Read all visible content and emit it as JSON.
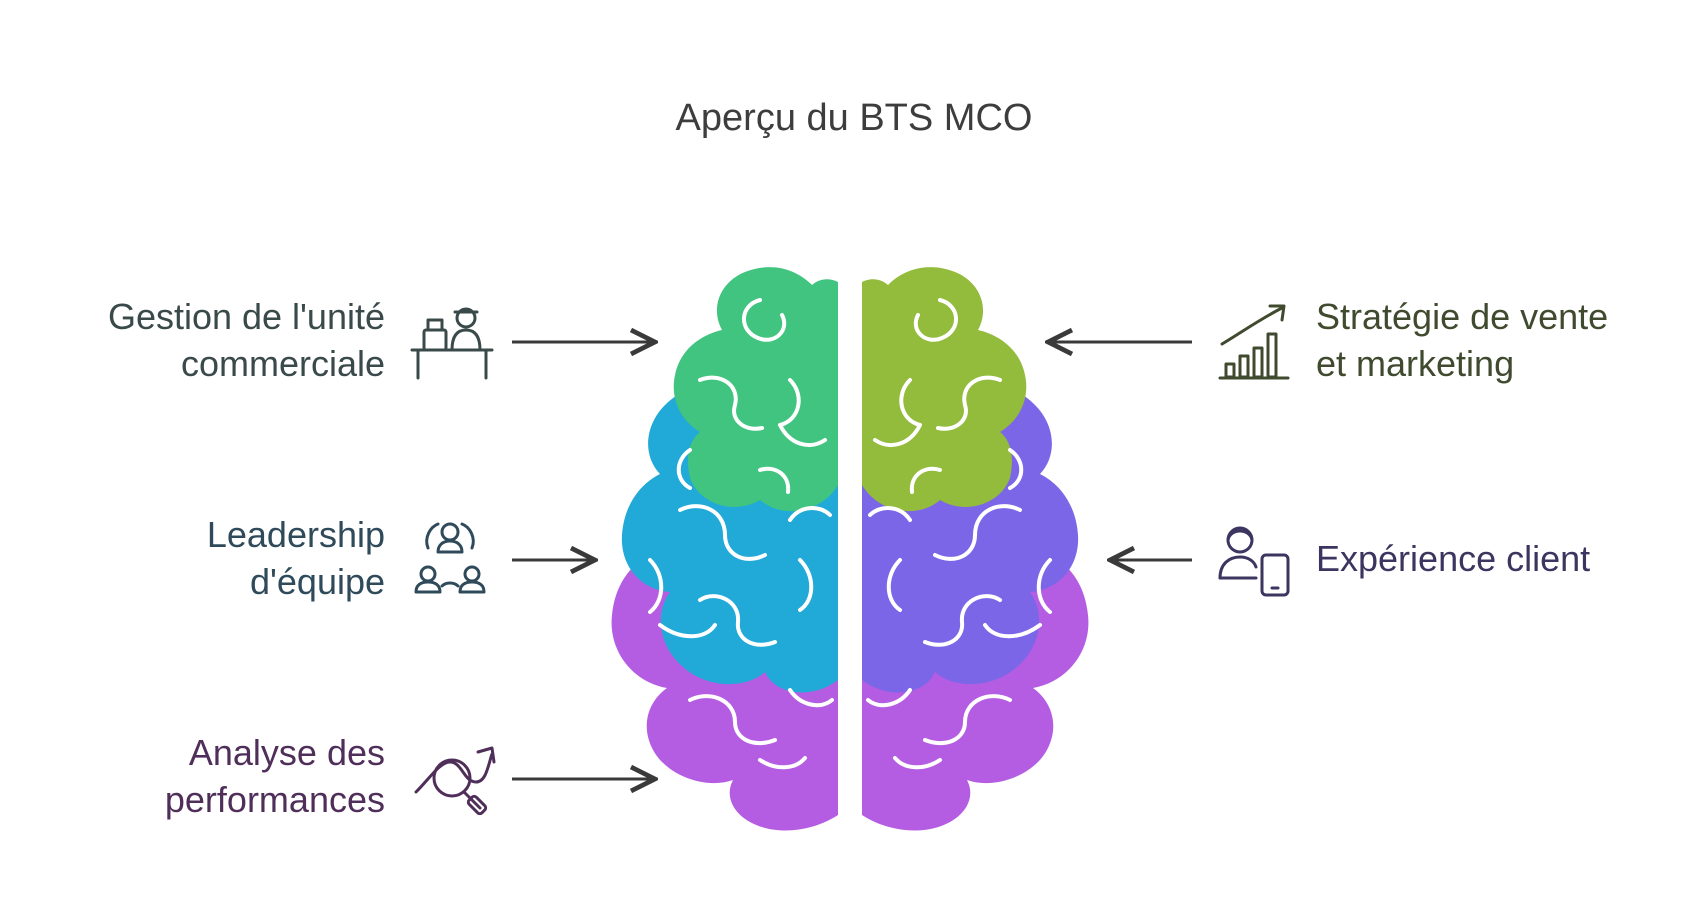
{
  "title": "Aperçu du BTS MCO",
  "items": [
    {
      "id": "gestion",
      "side": "left",
      "lines": [
        "Gestion de l'unité",
        "commerciale"
      ],
      "icon": "cashier-desk-icon",
      "color": "#3a4a4a",
      "region_color": "#41c47f"
    },
    {
      "id": "leadership",
      "side": "left",
      "lines": [
        "Leadership",
        "d'équipe"
      ],
      "icon": "team-leader-icon",
      "color": "#2f4a5a",
      "region_color": "#21a9d8"
    },
    {
      "id": "analyse",
      "side": "left",
      "lines": [
        "Analyse des",
        "performances"
      ],
      "icon": "analytics-magnifier-icon",
      "color": "#4f2f5a",
      "region_color": "#b45de3"
    },
    {
      "id": "strategie",
      "side": "right",
      "lines": [
        "Stratégie de vente",
        "et marketing"
      ],
      "icon": "growth-chart-icon",
      "color": "#3f4a2e",
      "region_color": "#93bb3c"
    },
    {
      "id": "experience",
      "side": "right",
      "lines": [
        "Expérience client"
      ],
      "icon": "customer-mobile-icon",
      "color": "#3b3560",
      "region_color": "#7c66e8"
    }
  ]
}
